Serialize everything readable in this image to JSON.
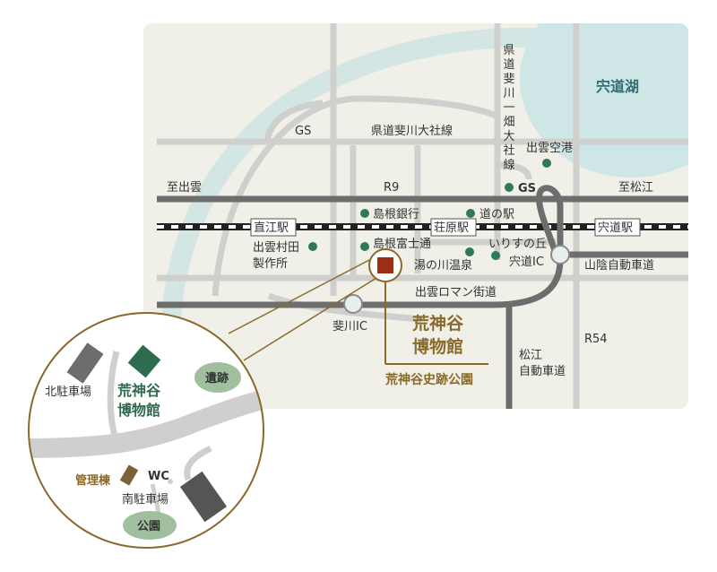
{
  "lake": {
    "label": "宍道湖"
  },
  "roads": {
    "prefectural_yokawa_taisha": "県道斐川大社線",
    "prefectural_hikawa_hata_taisha": "県道斐川一畑大社線",
    "r9": "R9",
    "r54": "R54",
    "izumo_roman": "出雲ロマン街道",
    "sanin_expressway": "山陰自動車道",
    "matsue_expressway_line1": "松江",
    "matsue_expressway_line2": "自動車道"
  },
  "directions": {
    "to_izumo": "至出雲",
    "to_matsue": "至松江"
  },
  "stations": {
    "naoe": "直江駅",
    "shobara": "荘原駅",
    "shinji": "宍道駅"
  },
  "interchanges": {
    "hikawa": "斐川IC",
    "shinji": "宍道IC"
  },
  "places": {
    "gs_west": "GS",
    "gs_east": "GS",
    "izumo_airport": "出雲空港",
    "shimane_bank": "島根銀行",
    "michinoeki": "道の駅",
    "shimane_fujitsu": "島根富士通",
    "yunokawa_onsen": "湯の川温泉",
    "irisunooka": "いりすの丘",
    "izumo_murata_line1": "出雲村田",
    "izumo_murata_line2": "製作所"
  },
  "highlight": {
    "museum_line1": "荒神谷",
    "museum_line2": "博物館",
    "park": "荒神谷史跡公園"
  },
  "zoom": {
    "north_parking": "北駐車場",
    "museum_line1": "荒神谷",
    "museum_line2": "博物館",
    "ruins": "遺跡",
    "management": "管理棟",
    "wc": "WC",
    "south_parking": "南駐車場",
    "park": "公園"
  },
  "colors": {
    "map_bg": "#f0efe8",
    "road": "#cfcfcd",
    "major_road": "#6d6d6d",
    "river": "#d3e6e4",
    "lake": "#cfe6e6",
    "poi": "#2e7a58",
    "museum_marker": "#9c2f16",
    "gold": "#8a6a2b",
    "ic_fill": "#e8f0ee"
  }
}
